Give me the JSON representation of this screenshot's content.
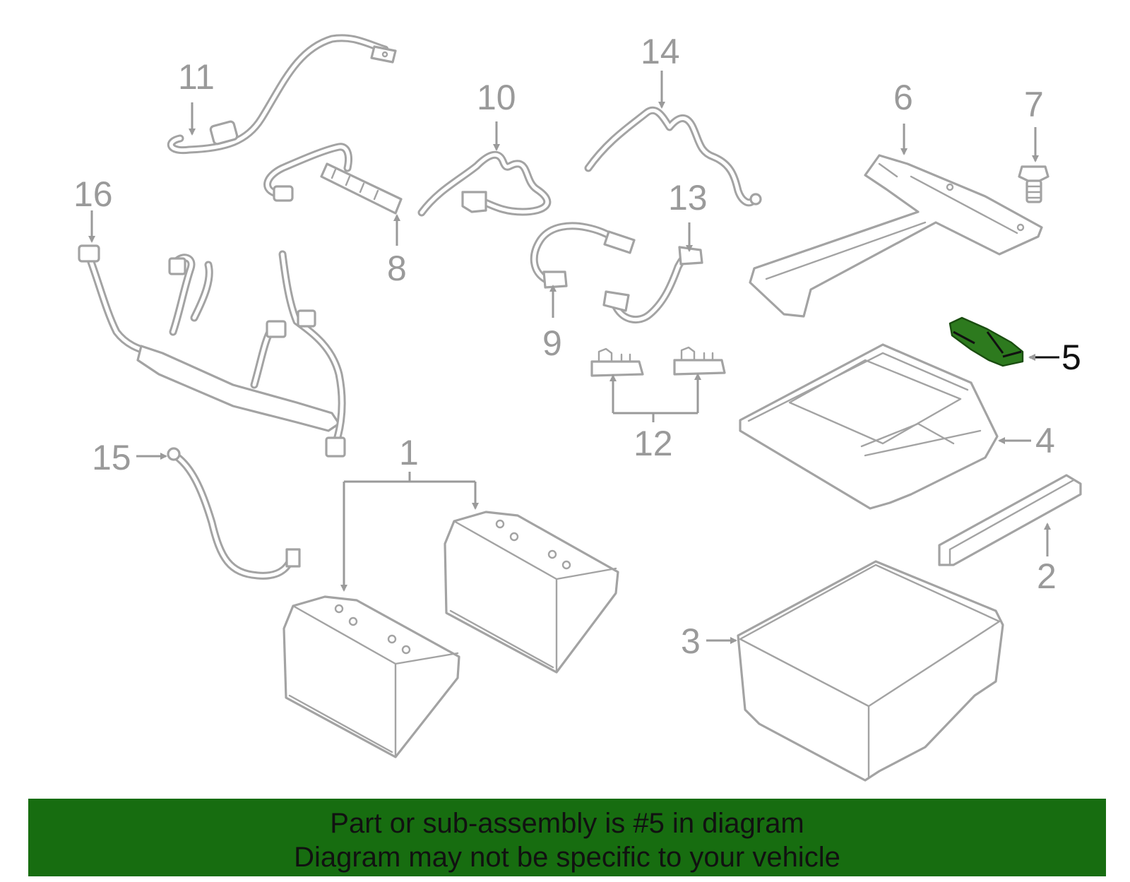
{
  "callouts": [
    {
      "id": "1",
      "label": "1"
    },
    {
      "id": "2",
      "label": "2"
    },
    {
      "id": "3",
      "label": "3"
    },
    {
      "id": "4",
      "label": "4"
    },
    {
      "id": "5",
      "label": "5"
    },
    {
      "id": "6",
      "label": "6"
    },
    {
      "id": "7",
      "label": "7"
    },
    {
      "id": "8",
      "label": "8"
    },
    {
      "id": "9",
      "label": "9"
    },
    {
      "id": "10",
      "label": "10"
    },
    {
      "id": "11",
      "label": "11"
    },
    {
      "id": "12",
      "label": "12"
    },
    {
      "id": "13",
      "label": "13"
    },
    {
      "id": "14",
      "label": "14"
    },
    {
      "id": "15",
      "label": "15"
    },
    {
      "id": "16",
      "label": "16"
    }
  ],
  "highlighted_part": "5",
  "colors": {
    "highlight_part": "#2d7a1e",
    "banner_background": "#176d10",
    "line_art": "#a3a3a3"
  },
  "banner": {
    "line1": "Part or sub-assembly is #5 in diagram",
    "line2": "Diagram may not be specific to your vehicle"
  }
}
